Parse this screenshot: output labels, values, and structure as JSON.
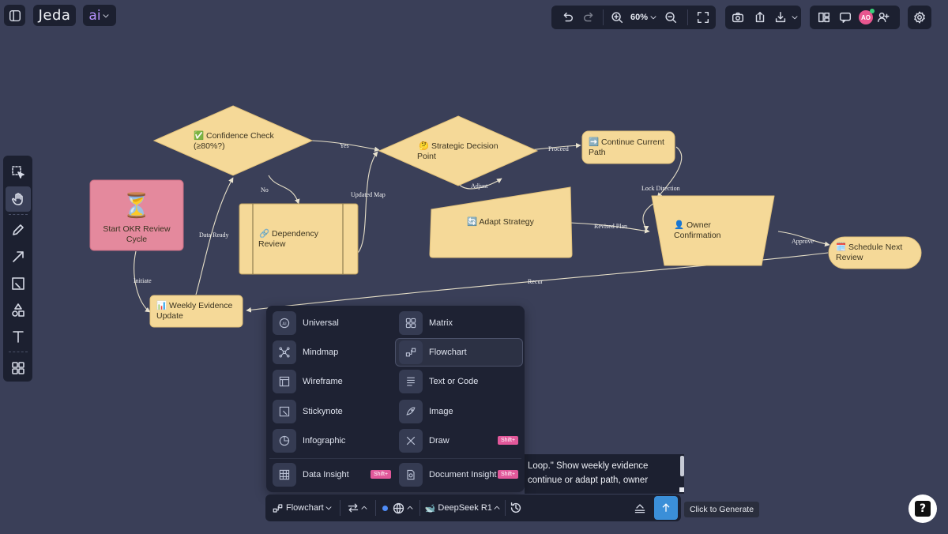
{
  "app": {
    "logo": "Jeda",
    "ai_label": "ai"
  },
  "toolbar": {
    "zoom": "60%"
  },
  "user": {
    "initials": "AO"
  },
  "nodes": {
    "start": "Start OKR Review Cycle",
    "start_l1": "Start OKR Review",
    "start_l2": "Cycle",
    "confidence_l1": "✅ Confidence Check",
    "confidence_l2": "(≥80%?)",
    "strategic_l1": "🤔 Strategic Decision",
    "strategic_l2": "Point",
    "continue_l1": "➡️ Continue Current",
    "continue_l2": "Path",
    "dependency_l1": "🔗 Dependency",
    "dependency_l2": "Review",
    "adapt": "🔄 Adapt Strategy",
    "owner_l1": "👤 Owner",
    "owner_l2": "Confirmation",
    "schedule_l1": "🗓️ Schedule Next",
    "schedule_l2": "Review",
    "weekly_l1": "📊 Weekly Evidence",
    "weekly_l2": "Update"
  },
  "edges": {
    "yes": "Yes",
    "no": "No",
    "proceed": "Proceed",
    "adjust": "Adjust",
    "updated_map": "Updated Map",
    "lock_direction": "Lock Direction",
    "revised_plan": "Revised Plan",
    "approve": "Approve",
    "recur": "Recur",
    "data_ready": "Data Ready",
    "initiate": "Initiate"
  },
  "ai_panel": {
    "options": {
      "universal": "Universal",
      "matrix": "Matrix",
      "mindmap": "Mindmap",
      "flowchart": "Flowchart",
      "wireframe": "Wireframe",
      "text_code": "Text or Code",
      "stickynote": "Stickynote",
      "image": "Image",
      "infographic": "Infographic",
      "draw": "Draw",
      "data_insight": "Data Insight",
      "document_insight": "Document Insight"
    },
    "badge": "Shift+"
  },
  "prompt": {
    "line1": "Loop.\" Show weekly evidence",
    "line2": "continue or adapt path, owner"
  },
  "bottom_bar": {
    "mode": "Flowchart",
    "model": "DeepSeek R1"
  },
  "tooltip": "Click to Generate",
  "help": "?"
}
